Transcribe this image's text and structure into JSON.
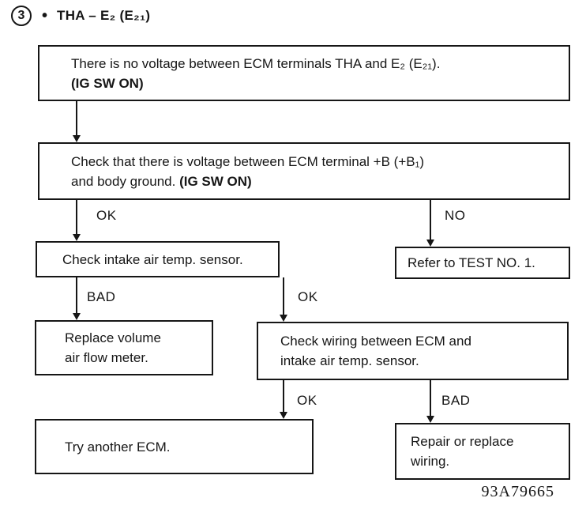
{
  "title": {
    "step_number": "3",
    "bullet": "•",
    "label": "THA – E₂ (E₂₁)"
  },
  "flowchart": {
    "boxes": {
      "start": {
        "line1": "There is no voltage between ECM terminals THA and E₂ (E₂₁).",
        "line2_bold": "(IG SW ON)"
      },
      "check_voltage": {
        "line1": "Check that there is voltage between ECM terminal +B (+B₁)",
        "line2": "and body ground. ",
        "line2_bold": "(IG SW ON)"
      },
      "check_sensor": {
        "text": "Check intake air temp. sensor."
      },
      "refer_test": {
        "text": "Refer to TEST NO. 1."
      },
      "replace_meter": {
        "line1": "Replace volume",
        "line2": "air flow meter."
      },
      "check_wiring": {
        "line1": "Check wiring between ECM and",
        "line2": "intake air temp. sensor."
      },
      "try_ecm": {
        "text": "Try another ECM."
      },
      "repair_wiring": {
        "line1": "Repair or replace",
        "line2": "wiring."
      }
    },
    "labels": {
      "check_voltage_ok": "OK",
      "check_voltage_no": "NO",
      "check_sensor_bad": "BAD",
      "check_sensor_ok": "OK",
      "check_wiring_ok": "OK",
      "check_wiring_bad": "BAD"
    }
  },
  "footer": {
    "code": "93A79665"
  }
}
